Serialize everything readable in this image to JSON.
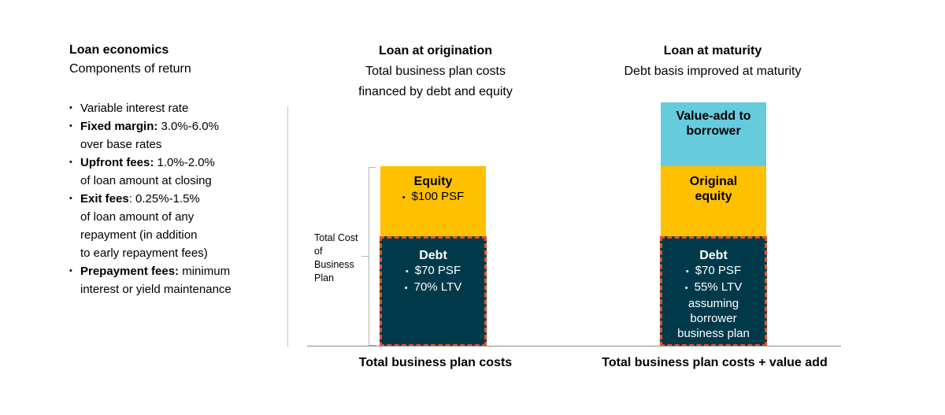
{
  "left": {
    "title": "Loan economics",
    "subtitle": "Components of return",
    "bullets": [
      {
        "bold": "",
        "text": "Variable interest rate",
        "cont": []
      },
      {
        "bold": "Fixed margin:",
        "text": " 3.0%-6.0%",
        "cont": [
          "over base rates"
        ]
      },
      {
        "bold": "Upfront fees:",
        "text": " 1.0%-2.0%",
        "cont": [
          "of loan amount at closing"
        ]
      },
      {
        "bold": "Exit fees",
        "text": ": 0.25%-1.5%",
        "cont": [
          "of loan amount of any",
          "repayment (in addition",
          "to early repayment fees)"
        ]
      },
      {
        "bold": "Prepayment fees:",
        "text": " minimum",
        "cont": [
          "interest or yield maintenance"
        ]
      }
    ]
  },
  "origination": {
    "heading": "Loan at origination",
    "subtitle_1": "Total business plan costs",
    "subtitle_2": "financed by debt and equity",
    "equity_title": "Equity",
    "equity_items": [
      "$100 PSF"
    ],
    "debt_title": "Debt",
    "debt_items": [
      "$70 PSF",
      "70% LTV"
    ],
    "bracket_label": "Total Cost of Business Plan",
    "axis_label": "Total business plan costs"
  },
  "maturity": {
    "heading": "Loan at maturity",
    "subtitle": "Debt basis improved at maturity",
    "valueadd_title_1": "Value-add to",
    "valueadd_title_2": "borrower",
    "equity_title_1": "Original",
    "equity_title_2": "equity",
    "debt_title": "Debt",
    "debt_items": [
      "$70 PSF",
      "55% LTV"
    ],
    "debt_note": [
      "assuming",
      "borrower",
      "business plan"
    ],
    "axis_label": "Total business plan costs + value add"
  },
  "colors": {
    "equity": "#ffc000",
    "debt": "#003a4a",
    "debt_border": "#e0532a",
    "value_add": "#66ccdd"
  }
}
